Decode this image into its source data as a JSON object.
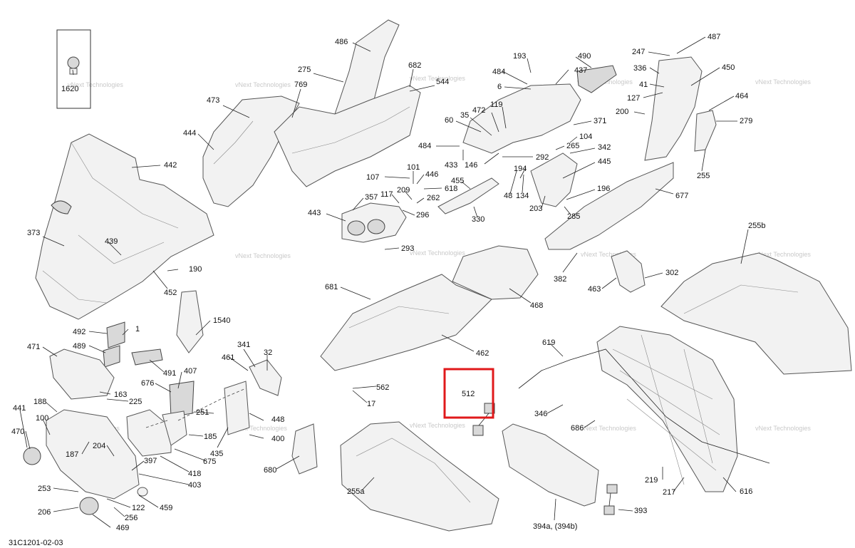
{
  "diagram": {
    "drawing_code": "31C1201-02-03",
    "watermark": "vNext Technologies",
    "highlight_color": "#e0191b",
    "highlighted_part": "512",
    "parts": [
      "1620",
      "486",
      "275",
      "682",
      "544",
      "769",
      "473",
      "444",
      "442",
      "373",
      "439",
      "190",
      "452",
      "193",
      "490",
      "484",
      "437",
      "6",
      "60",
      "35",
      "472",
      "119",
      "484",
      "433",
      "146",
      "292",
      "107",
      "101",
      "446",
      "618",
      "209",
      "117",
      "357",
      "262",
      "455",
      "48",
      "134",
      "194",
      "330",
      "296",
      "443",
      "293",
      "371",
      "104",
      "265",
      "342",
      "445",
      "203",
      "196",
      "285",
      "487",
      "247",
      "336",
      "450",
      "41",
      "127",
      "464",
      "200",
      "279",
      "255",
      "677",
      "255b",
      "382",
      "463",
      "302",
      "681",
      "468",
      "462",
      "492",
      "1",
      "1540",
      "489",
      "471",
      "491",
      "407",
      "341",
      "32",
      "461",
      "163",
      "225",
      "676",
      "251",
      "188",
      "441",
      "100",
      "470",
      "187",
      "204",
      "185",
      "435",
      "448",
      "400",
      "397",
      "418",
      "675",
      "403",
      "680",
      "253",
      "122",
      "459",
      "256",
      "206",
      "469",
      "562",
      "17",
      "512",
      "619",
      "346",
      "686",
      "255a",
      "394a, (394b)",
      "219",
      "217",
      "616",
      "393"
    ]
  }
}
